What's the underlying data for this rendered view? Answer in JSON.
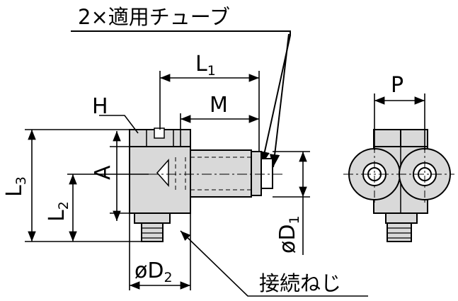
{
  "labels": {
    "tube": "2×適用チューブ",
    "thread": "接続ねじ",
    "L1": "L",
    "L1_sub": "1",
    "M": "M",
    "H": "H",
    "A": "A",
    "L3": "L",
    "L3_sub": "3",
    "L2": "L",
    "L2_sub": "2",
    "D1": "øD",
    "D1_sub": "1",
    "D2": "øD",
    "D2_sub": "2",
    "P": "P"
  },
  "colors": {
    "body_fill": "#d9d9d9",
    "line": "#000000"
  }
}
